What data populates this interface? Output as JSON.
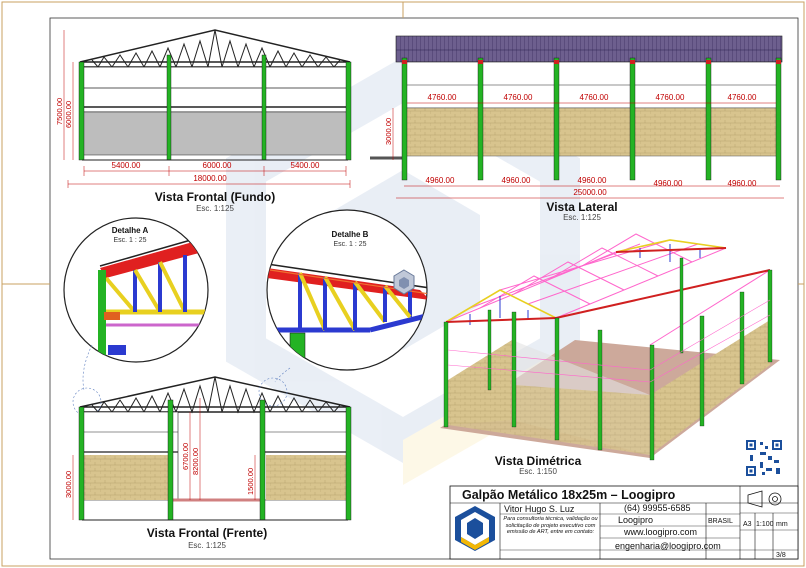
{
  "views": {
    "front_back": {
      "title": "Vista Frontal (Fundo)",
      "scale": "Esc. 1:125"
    },
    "lateral": {
      "title": "Vista Lateral",
      "scale": "Esc. 1:125"
    },
    "front_front": {
      "title": "Vista Frontal (Frente)",
      "scale": "Esc. 1:125"
    },
    "dimetric": {
      "title": "Vista Dimétrica",
      "scale": "Esc. 1:150"
    }
  },
  "details": {
    "a": {
      "title": "Detalhe A",
      "scale": "Esc. 1 : 25"
    },
    "b": {
      "title": "Detalhe B",
      "scale": "Esc. 1 : 25"
    }
  },
  "dimensions": {
    "back_total_width": "18000.00",
    "back_spans": [
      "5400.00",
      "6000.00",
      "5400.00"
    ],
    "back_height_total": "7500.00",
    "back_height_eave": "6000.00",
    "lateral_bays_top": [
      "4760.00",
      "4760.00",
      "4760.00",
      "4760.00",
      "4760.00"
    ],
    "lateral_bays_bottom": [
      "4960.00",
      "4960.00",
      "4960.00",
      "4960.00",
      "4960.00"
    ],
    "lateral_total": "25000.00",
    "lateral_wall_height": "3000.00",
    "front_wall_height": "3000.00",
    "front_door_h1": "6700.00",
    "front_door_h2": "8200.00",
    "front_side_h": "1500.00"
  },
  "title_block": {
    "project_title": "Galpão Metálico 18x25m – Loogipro",
    "author": "Vitor Hugo S. Luz",
    "phone": "(64) 99955-6585",
    "company": "Loogipro",
    "country": "BRASIL",
    "consult_note": "Para consultoria técnica, validação ou solicitação de projeto executivo com emissão de ART, entre em contato:",
    "website": "www.loogipro.com",
    "email": "engenharia@loogipro.com",
    "sheet_size": "A3",
    "sheet_scale": "1:100",
    "unit": "mm",
    "sheet_number": "3/8"
  },
  "colors": {
    "truss_dark": "#222222",
    "column_green": "#22c022",
    "dimension_red": "#c00000",
    "brick": "#d9c48c",
    "roof_purple": "#6b5a8c",
    "pink_purlin": "#ff66cc",
    "logo_blue": "#1b4f9c",
    "logo_yellow": "#f2b705"
  }
}
